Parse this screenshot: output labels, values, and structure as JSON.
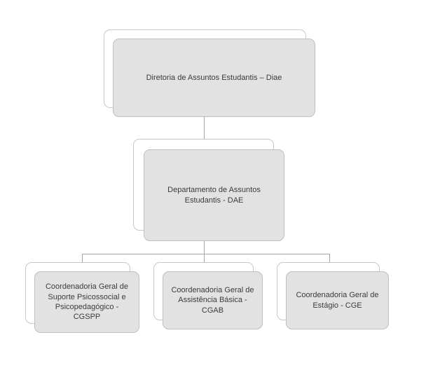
{
  "diagram": {
    "type": "org-chart",
    "nodes": {
      "root": {
        "label": "Diretoria de Assuntos Estudantis – Diae"
      },
      "dept": {
        "label": "Departamento de Assuntos Estudantis - DAE"
      },
      "cgspp": {
        "label": "Coordenadoria Geral de Suporte Psicossocial e Psicopedagógico - CGSPP"
      },
      "cgab": {
        "label": "Coordenadoria Geral de Assistência Básica - CGAB"
      },
      "cge": {
        "label": "Coordenadoria Geral de Estágio - CGE"
      }
    },
    "colors": {
      "node_fill": "#e2e2e2",
      "node_border": "#bfbfbf",
      "back_fill": "#ffffff",
      "back_border": "#c8c8c8",
      "connector": "#a6a6a6",
      "text_color": "#3b3b3b"
    }
  }
}
